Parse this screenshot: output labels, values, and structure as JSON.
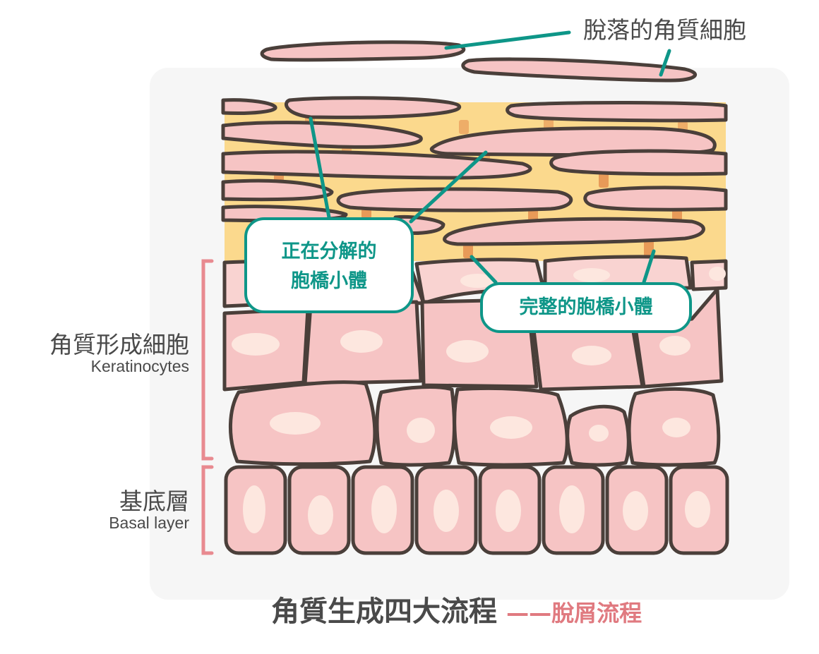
{
  "colors": {
    "outline": "#4a3f3a",
    "cell_fill": "#f6c4c4",
    "cell_light": "#f9d3d1",
    "nucleus": "#fde7df",
    "lipid_fill": "#fbd98d",
    "desmosome": "#e89a58",
    "accent_teal": "#0e9688",
    "bracket_pink": "#e88a90",
    "subtitle_pink": "#e07a80",
    "panel_bg": "#f6f6f6",
    "text_dark": "#4a4a4a"
  },
  "labels": {
    "shed_corneocytes": "脫落的角質細胞",
    "keratinocytes_zh": "角質形成細胞",
    "keratinocytes_en": "Keratinocytes",
    "basal_zh": "基底層",
    "basal_en": "Basal layer",
    "callout_degrading_line1": "正在分解的",
    "callout_degrading_line2": "胞橋小體",
    "callout_intact": "完整的胞橋小體",
    "title": "角質生成四大流程",
    "subtitle": "——脫屑流程"
  }
}
